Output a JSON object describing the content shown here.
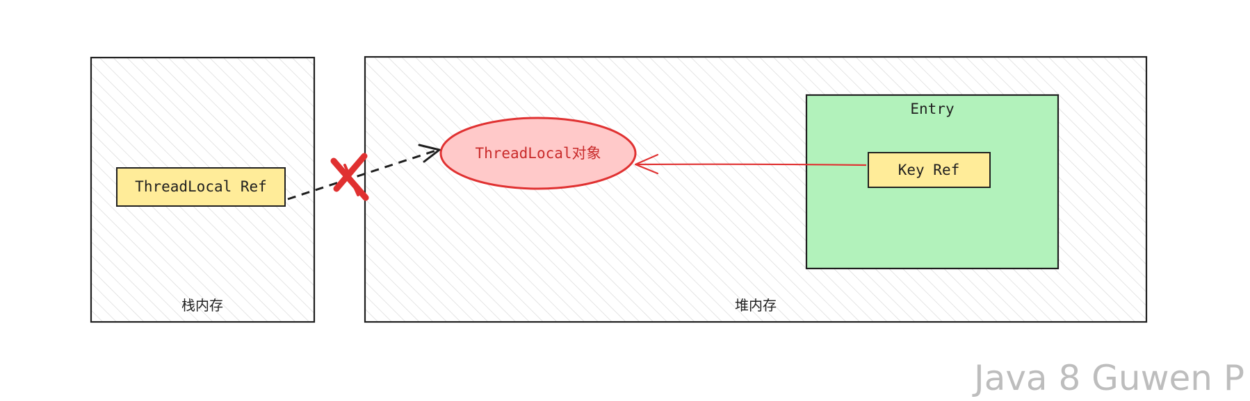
{
  "stack_memory": {
    "label": "栈内存"
  },
  "heap_memory": {
    "label": "堆内存"
  },
  "threadlocal_ref": {
    "label": "ThreadLocal Ref"
  },
  "threadlocal_object": {
    "label": "ThreadLocal对象"
  },
  "entry": {
    "label": "Entry"
  },
  "key_ref": {
    "label": "Key Ref"
  },
  "watermark": {
    "text": "Java 8 Guwen P"
  },
  "colors": {
    "stroke": "#1e1e1e",
    "hatch": "#d9d9d9",
    "ref_box_fill": "#ffec99",
    "object_fill": "#ffc9c9",
    "object_stroke": "#e03131",
    "entry_fill": "#b2f2bb",
    "cross_mark": "#e03131",
    "weak_ref_arrow": "#e03131"
  }
}
